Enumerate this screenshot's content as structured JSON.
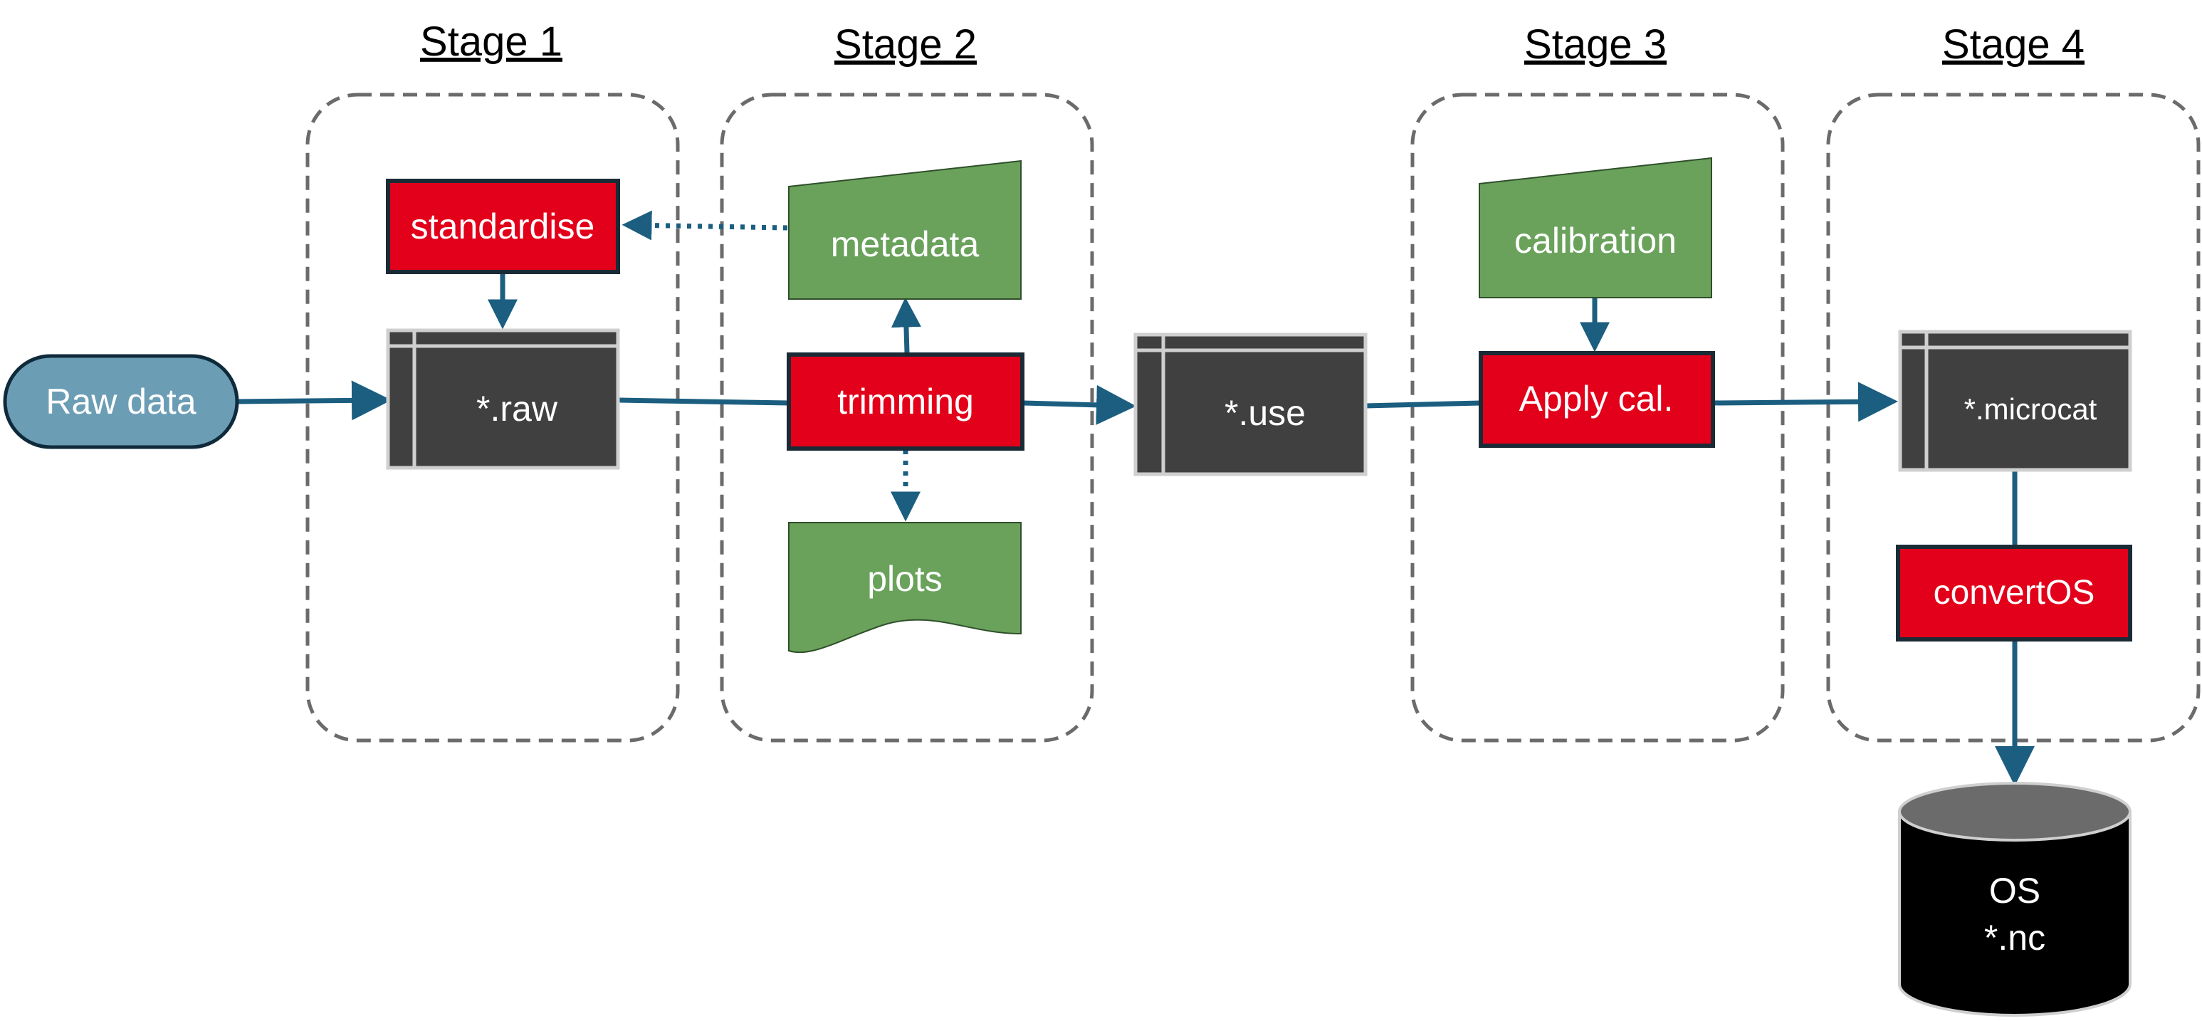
{
  "stages": [
    {
      "title": "Stage 1"
    },
    {
      "title": "Stage 2"
    },
    {
      "title": "Stage 3"
    },
    {
      "title": "Stage 4"
    }
  ],
  "nodes": {
    "raw_data": "Raw data",
    "standardise": "standardise",
    "raw_file": "*.raw",
    "metadata": "metadata",
    "trimming": "trimming",
    "plots": "plots",
    "use_file": "*.use",
    "calibration": "calibration",
    "apply_cal": "Apply cal.",
    "microcat_file": "*.microcat",
    "convert_os": "convertOS",
    "os_db_line1": "OS",
    "os_db_line2": "*.nc"
  },
  "colors": {
    "process_red": "#e2001a",
    "data_green": "#6aa25c",
    "file_dark": "#404040",
    "start_blue": "#6b9db5",
    "arrow_blue": "#1b5e80",
    "db_black": "#000000",
    "db_top": "#6b6b6b",
    "dashed_border": "#6b6b6b"
  },
  "edges": [
    {
      "from": "Raw data",
      "to": "*.raw",
      "style": "solid"
    },
    {
      "from": "standardise",
      "to": "*.raw",
      "style": "solid"
    },
    {
      "from": "metadata",
      "to": "standardise",
      "style": "dotted"
    },
    {
      "from": "*.raw",
      "to": "trimming",
      "style": "solid"
    },
    {
      "from": "trimming",
      "to": "metadata",
      "style": "solid"
    },
    {
      "from": "trimming",
      "to": "plots",
      "style": "dotted"
    },
    {
      "from": "trimming",
      "to": "*.use",
      "style": "solid"
    },
    {
      "from": "*.use",
      "to": "Apply cal.",
      "style": "solid"
    },
    {
      "from": "calibration",
      "to": "Apply cal.",
      "style": "solid"
    },
    {
      "from": "Apply cal.",
      "to": "*.microcat",
      "style": "solid"
    },
    {
      "from": "*.microcat",
      "to": "convertOS",
      "style": "solid"
    },
    {
      "from": "convertOS",
      "to": "OS *.nc",
      "style": "solid"
    }
  ]
}
